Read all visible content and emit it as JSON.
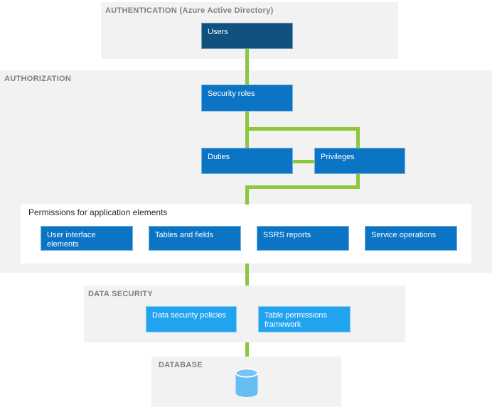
{
  "bands": {
    "authentication": {
      "label": "AUTHENTICATION (Azure Active Directory)"
    },
    "authorization": {
      "label": "AUTHORIZATION"
    },
    "data_security": {
      "label": "DATA SECURITY"
    },
    "database": {
      "label": "DATABASE"
    }
  },
  "nodes": {
    "users": {
      "label": "Users"
    },
    "security_roles": {
      "label": "Security roles"
    },
    "duties": {
      "label": "Duties"
    },
    "privileges": {
      "label": "Privileges"
    }
  },
  "permissions_panel": {
    "title": "Permissions for application elements",
    "items": [
      {
        "label": "User interface elements"
      },
      {
        "label": "Tables and fields"
      },
      {
        "label": "SSRS reports"
      },
      {
        "label": "Service operations"
      }
    ]
  },
  "data_security_nodes": [
    {
      "label": "Data security policies"
    },
    {
      "label": "Table permissions framework"
    }
  ],
  "icons": {
    "database": "database-cylinder-icon"
  },
  "colors": {
    "band_background": "#f2f2f2",
    "band_label": "#7f7f7f",
    "dark_blue": "#115180",
    "medium_blue": "#0b74c4",
    "light_blue": "#22a3ef",
    "database_blue": "#67bef3",
    "connector_green": "#8dc63f",
    "panel_background": "#ffffff",
    "panel_title": "#262626"
  }
}
